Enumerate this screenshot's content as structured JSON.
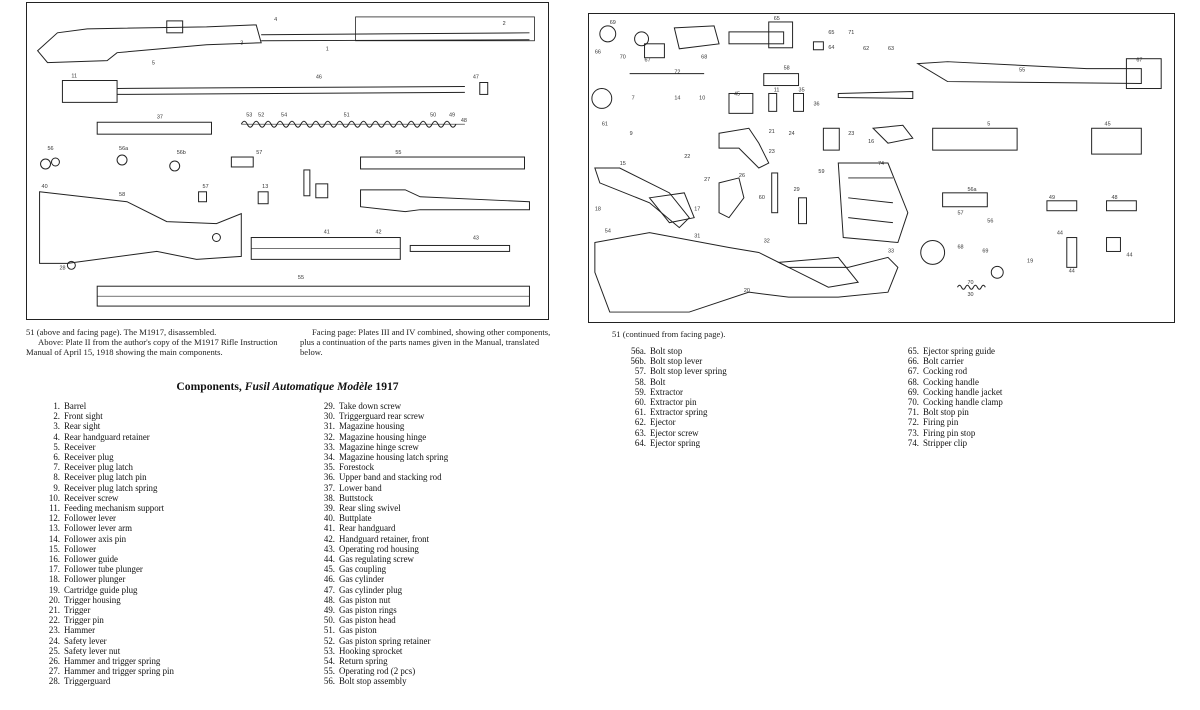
{
  "left_plate_labels": [
    "1",
    "2",
    "3",
    "4",
    "5",
    "11",
    "46",
    "47",
    "56",
    "56a",
    "56b",
    "37",
    "53",
    "52",
    "54",
    "51",
    "50",
    "49",
    "48",
    "57",
    "55",
    "13",
    "58",
    "40",
    "57",
    "41",
    "42",
    "43",
    "28",
    "55"
  ],
  "right_plate_labels": [
    "69",
    "66",
    "70",
    "67",
    "68",
    "65",
    "65",
    "71",
    "64",
    "62",
    "72",
    "63",
    "58",
    "55",
    "67",
    "7",
    "14",
    "10",
    "45",
    "11",
    "35",
    "36",
    "61",
    "21",
    "16",
    "9",
    "22",
    "23",
    "24",
    "23",
    "5",
    "45",
    "15",
    "17",
    "18",
    "74",
    "60",
    "27",
    "26",
    "29",
    "19",
    "30",
    "59",
    "56a",
    "49",
    "48",
    "57",
    "56",
    "44",
    "54",
    "31",
    "32",
    "33",
    "20",
    "68",
    "69",
    "70",
    "44",
    "44"
  ],
  "caption_left": {
    "line1": "51 (above and facing page). The M1917, disassembled.",
    "line2": "Above: Plate II from the author's copy of the M1917 Rifle Instruction Manual of April 15, 1918 showing the main components."
  },
  "caption_right": "Facing page: Plates III and IV combined, showing other components, plus a continuation of the parts names given in the Manual, translated below.",
  "caption_continued": "51 (continued from facing page).",
  "components_title": {
    "prefix": "Components,",
    "italic": "Fusil Automatique Modèle",
    "suffix": "1917"
  },
  "list_col1": [
    {
      "n": "1.",
      "t": "Barrel"
    },
    {
      "n": "2.",
      "t": "Front sight"
    },
    {
      "n": "3.",
      "t": "Rear sight"
    },
    {
      "n": "4.",
      "t": "Rear handguard retainer"
    },
    {
      "n": "5.",
      "t": "Receiver"
    },
    {
      "n": "6.",
      "t": "Receiver plug"
    },
    {
      "n": "7.",
      "t": "Receiver plug latch"
    },
    {
      "n": "8.",
      "t": "Receiver plug latch pin"
    },
    {
      "n": "9.",
      "t": "Receiver plug latch spring"
    },
    {
      "n": "10.",
      "t": "Receiver screw"
    },
    {
      "n": "11.",
      "t": "Feeding mechanism support"
    },
    {
      "n": "12.",
      "t": "Follower lever"
    },
    {
      "n": "13.",
      "t": "Follower lever arm"
    },
    {
      "n": "14.",
      "t": "Follower axis pin"
    },
    {
      "n": "15.",
      "t": "Follower"
    },
    {
      "n": "16.",
      "t": "Follower guide"
    },
    {
      "n": "17.",
      "t": "Follower tube plunger"
    },
    {
      "n": "18.",
      "t": "Follower plunger"
    },
    {
      "n": "19.",
      "t": "Cartridge guide plug"
    },
    {
      "n": "20.",
      "t": "Trigger housing"
    },
    {
      "n": "21.",
      "t": "Trigger"
    },
    {
      "n": "22.",
      "t": "Trigger pin"
    },
    {
      "n": "23.",
      "t": "Hammer"
    },
    {
      "n": "24.",
      "t": "Safety lever"
    },
    {
      "n": "25.",
      "t": "Safety lever nut"
    },
    {
      "n": "26.",
      "t": "Hammer and trigger spring"
    },
    {
      "n": "27.",
      "t": "Hammer and trigger spring pin"
    },
    {
      "n": "28.",
      "t": "Triggerguard"
    }
  ],
  "list_col2": [
    {
      "n": "29.",
      "t": "Take down screw"
    },
    {
      "n": "30.",
      "t": "Triggerguard rear screw"
    },
    {
      "n": "31.",
      "t": "Magazine housing"
    },
    {
      "n": "32.",
      "t": "Magazine housing hinge"
    },
    {
      "n": "33.",
      "t": "Magazine hinge screw"
    },
    {
      "n": "34.",
      "t": "Magazine housing latch spring"
    },
    {
      "n": "35.",
      "t": "Forestock"
    },
    {
      "n": "36.",
      "t": "Upper band and stacking rod"
    },
    {
      "n": "37.",
      "t": "Lower band"
    },
    {
      "n": "38.",
      "t": "Buttstock"
    },
    {
      "n": "39.",
      "t": "Rear sling swivel"
    },
    {
      "n": "40.",
      "t": "Buttplate"
    },
    {
      "n": "41.",
      "t": "Rear handguard"
    },
    {
      "n": "42.",
      "t": "Handguard retainer, front"
    },
    {
      "n": "43.",
      "t": "Operating rod housing"
    },
    {
      "n": "44.",
      "t": "Gas regulating screw"
    },
    {
      "n": "45.",
      "t": "Gas coupling"
    },
    {
      "n": "46.",
      "t": "Gas cylinder"
    },
    {
      "n": "47.",
      "t": "Gas cylinder plug"
    },
    {
      "n": "48.",
      "t": "Gas piston nut"
    },
    {
      "n": "49.",
      "t": "Gas piston rings"
    },
    {
      "n": "50.",
      "t": "Gas piston head"
    },
    {
      "n": "51.",
      "t": "Gas piston"
    },
    {
      "n": "52.",
      "t": "Gas piston spring retainer"
    },
    {
      "n": "53.",
      "t": "Hooking sprocket"
    },
    {
      "n": "54.",
      "t": "Return spring"
    },
    {
      "n": "55.",
      "t": "Operating rod (2 pcs)"
    },
    {
      "n": "56.",
      "t": "Bolt stop assembly"
    }
  ],
  "list_col3": [
    {
      "n": "56a.",
      "t": "Bolt stop"
    },
    {
      "n": "56b.",
      "t": "Bolt stop lever"
    },
    {
      "n": "57.",
      "t": "Bolt stop lever spring"
    },
    {
      "n": "58.",
      "t": "Bolt"
    },
    {
      "n": "59.",
      "t": "Extractor"
    },
    {
      "n": "60.",
      "t": "Extractor pin"
    },
    {
      "n": "61.",
      "t": "Extractor spring"
    },
    {
      "n": "62.",
      "t": "Ejector"
    },
    {
      "n": "63.",
      "t": "Ejector screw"
    },
    {
      "n": "64.",
      "t": "Ejector spring"
    }
  ],
  "list_col4": [
    {
      "n": "65.",
      "t": "Ejector spring guide"
    },
    {
      "n": "66.",
      "t": "Bolt carrier"
    },
    {
      "n": "67.",
      "t": "Cocking rod"
    },
    {
      "n": "68.",
      "t": "Cocking handle"
    },
    {
      "n": "69.",
      "t": "Cocking handle jacket"
    },
    {
      "n": "70.",
      "t": "Cocking handle clamp"
    },
    {
      "n": "71.",
      "t": "Bolt stop pin"
    },
    {
      "n": "72.",
      "t": "Firing pin"
    },
    {
      "n": "73.",
      "t": "Firing pin stop"
    },
    {
      "n": "74.",
      "t": "Stripper clip"
    }
  ]
}
